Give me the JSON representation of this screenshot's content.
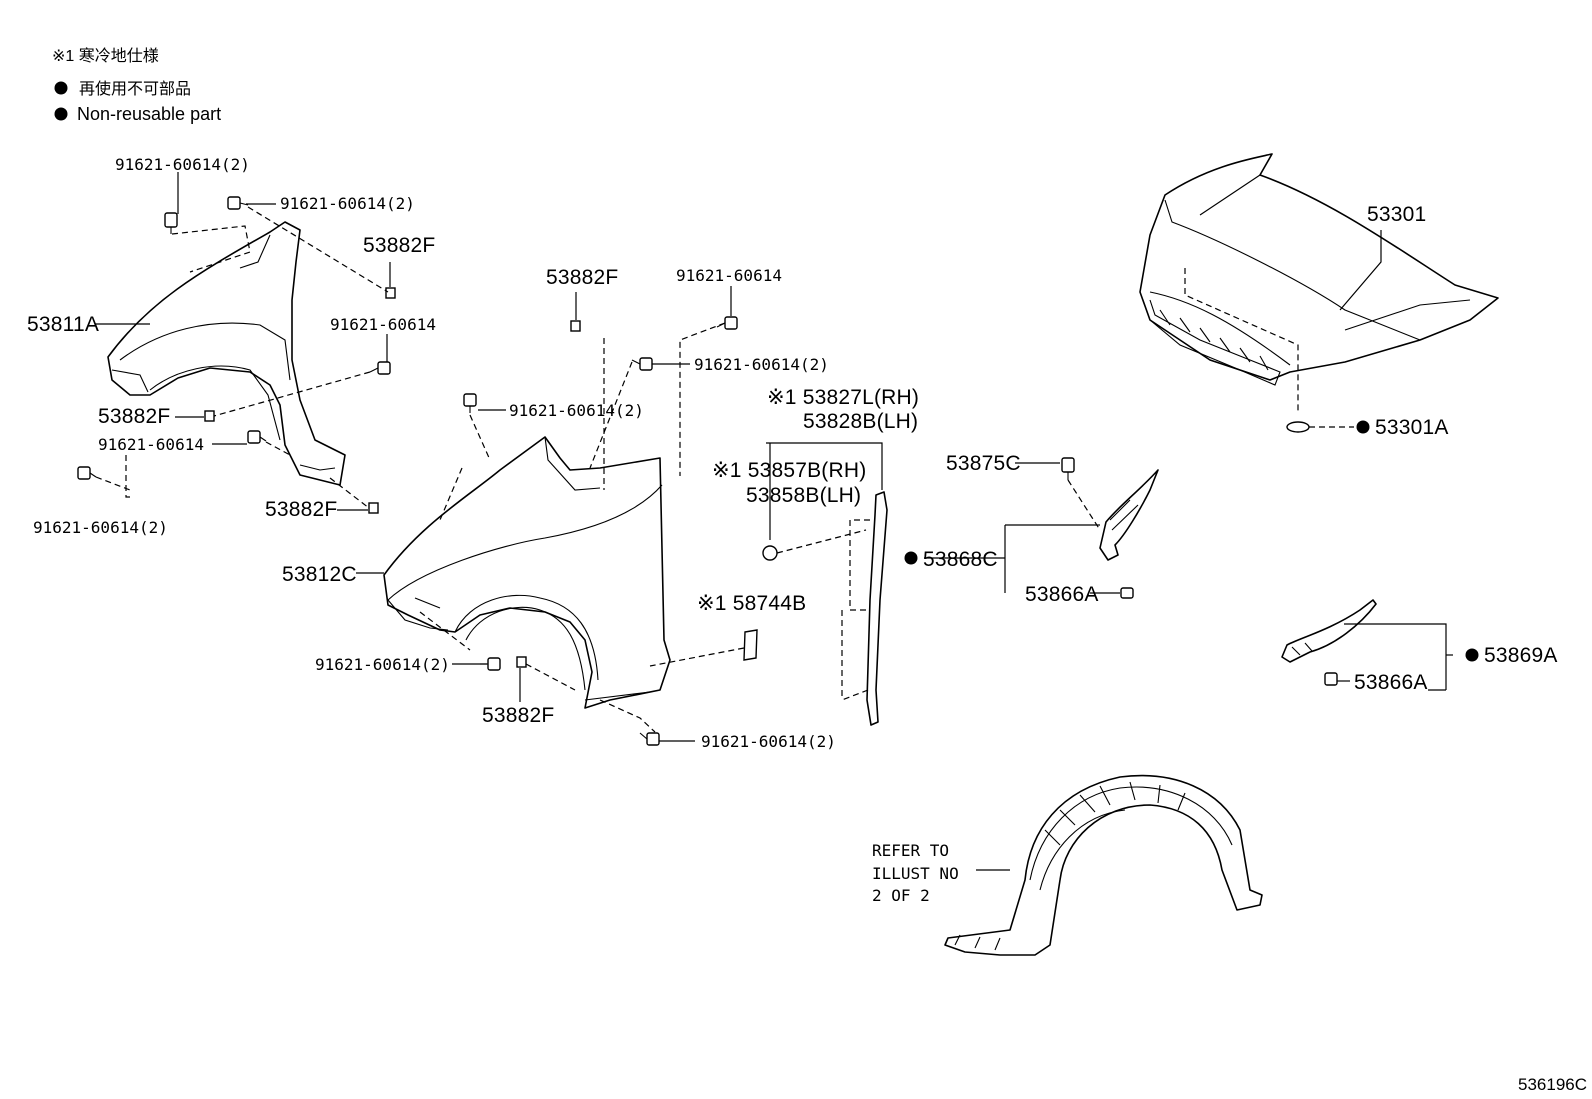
{
  "legend": {
    "note_mark": "※1 寒冷地仕様",
    "nonreusable_jp": "再使用不可部品",
    "nonreusable_en": "Non-reusable part"
  },
  "labels": {
    "l_91621_a": "91621-60614(2)",
    "l_91621_b": "91621-60614(2)",
    "l_53882F_a": "53882F",
    "l_53811A": "53811A",
    "l_91621_c": "91621-60614",
    "l_53882F_b": "53882F",
    "l_91621_d": "91621-60614",
    "l_91621_e": "91621-60614(2)",
    "l_53882F_c": "53882F",
    "l_53882F_d": "53882F",
    "l_91621_f": "91621-60614",
    "l_91621_g": "91621-60614(2)",
    "l_91621_h": "91621-60614(2)",
    "l_53812C": "53812C",
    "l_91621_i": "91621-60614(2)",
    "l_53882F_e": "53882F",
    "l_91621_j": "91621-60614(2)",
    "l_53827": "※1 53827L(RH)",
    "l_53828": "53828B(LH)",
    "l_53857": "※1 53857B(RH)",
    "l_53858": "53858B(LH)",
    "l_58744B": "※1 58744B",
    "l_53301": "53301",
    "l_53301A": "53301A",
    "l_53875C": "53875C",
    "l_53868C": "53868C",
    "l_53866A_a": "53866A",
    "l_53869A": "53869A",
    "l_53866A_b": "53866A",
    "refer_1": "REFER TO",
    "refer_2": "ILLUST NO",
    "refer_3": "2 OF 2",
    "diagram_id": "536196C"
  }
}
